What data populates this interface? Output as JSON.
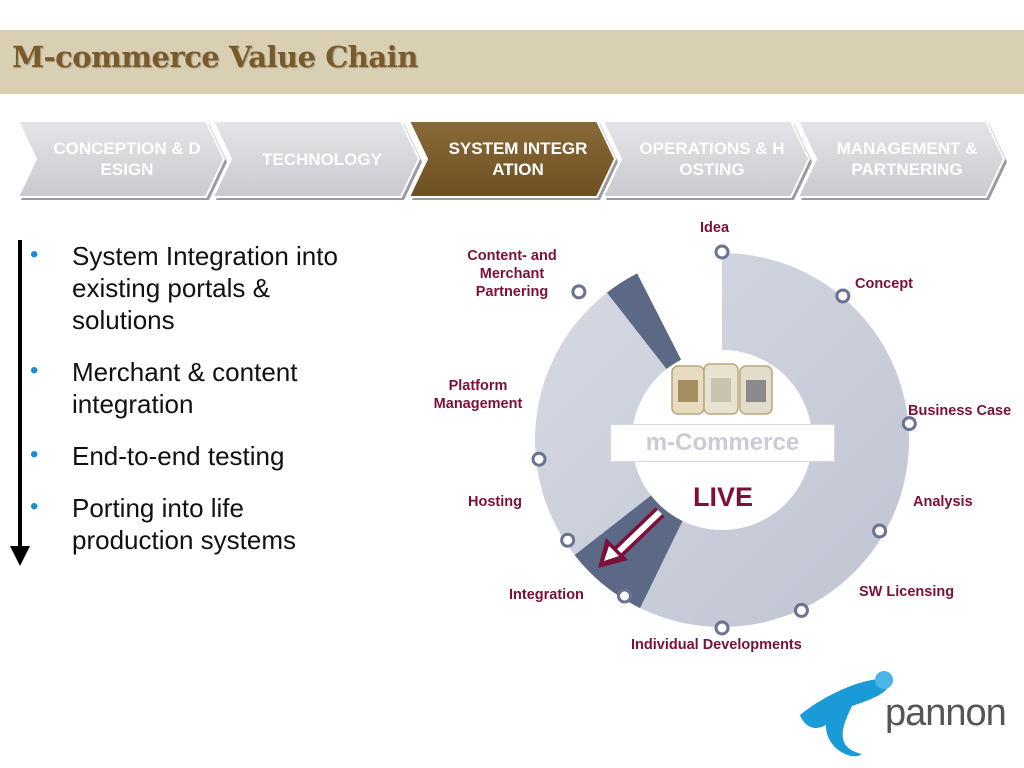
{
  "title": "M-commerce Value Chain",
  "chain_steps": [
    {
      "label": "CONCEPTION & DESIGN",
      "active": false
    },
    {
      "label": "TECHNOLOGY",
      "active": false
    },
    {
      "label": "SYSTEM INTEGRATION",
      "active": true
    },
    {
      "label": "OPERATIONS & HOSTING",
      "active": false
    },
    {
      "label": "MANAGEMENT & PARTNERING",
      "active": false
    }
  ],
  "bullets": [
    "System Integration into existing portals & solutions",
    "Merchant & content integration",
    "End-to-end testing",
    "Porting into life production systems"
  ],
  "cycle": {
    "stages": [
      "Idea",
      "Concept",
      "Business Case",
      "Analysis",
      "SW Licensing",
      "Individual Developments",
      "Integration",
      "Hosting",
      "Platform Management",
      "Content- and Merchant Partnering"
    ],
    "center_label": "m-Commerce",
    "center_status": "LIVE",
    "highlighted_stage": "Integration"
  },
  "colors": {
    "title_band": "#d9d0b4",
    "title_text": "#7b5a2a",
    "chevron_inactive": "#d5d6d9",
    "chevron_active": "#7a5a2a",
    "ring_fill": "#cdd1dc",
    "ring_highlight": "#5b6886",
    "stage_label": "#7c1038",
    "bullet_dot": "#1c8ed8",
    "logo_blue": "#1a9ad6"
  },
  "logo": {
    "text": "pannon",
    "icon": "pannon-t-logo-icon"
  }
}
